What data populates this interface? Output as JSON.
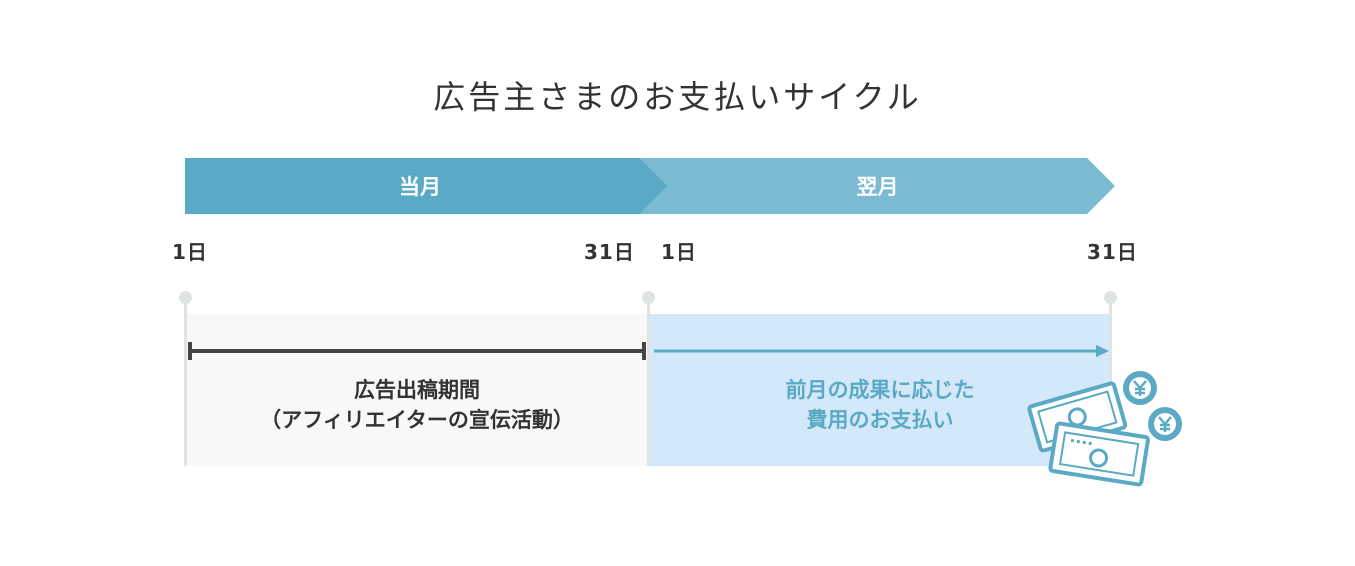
{
  "title": "広告主さまのお支払いサイクル",
  "phases": {
    "current": "当月",
    "next": "翌月"
  },
  "days": {
    "current_start": "1日",
    "current_end": "31日",
    "next_start": "1日",
    "next_end": "31日"
  },
  "periods": {
    "promotion_line1": "広告出稿期間",
    "promotion_line2": "（アフィリエイターの宣伝活動）",
    "payment_line1": "前月の成果に応じた",
    "payment_line2": "費用のお支払い"
  },
  "colors": {
    "banner_current": "#5aa9c5",
    "banner_next": "#7bbad3",
    "payment_panel": "#d3e8f9",
    "text_dark": "#333333",
    "accent": "#5aa9c5"
  },
  "icons": [
    "yen-coin-icon",
    "banknote-icon"
  ]
}
